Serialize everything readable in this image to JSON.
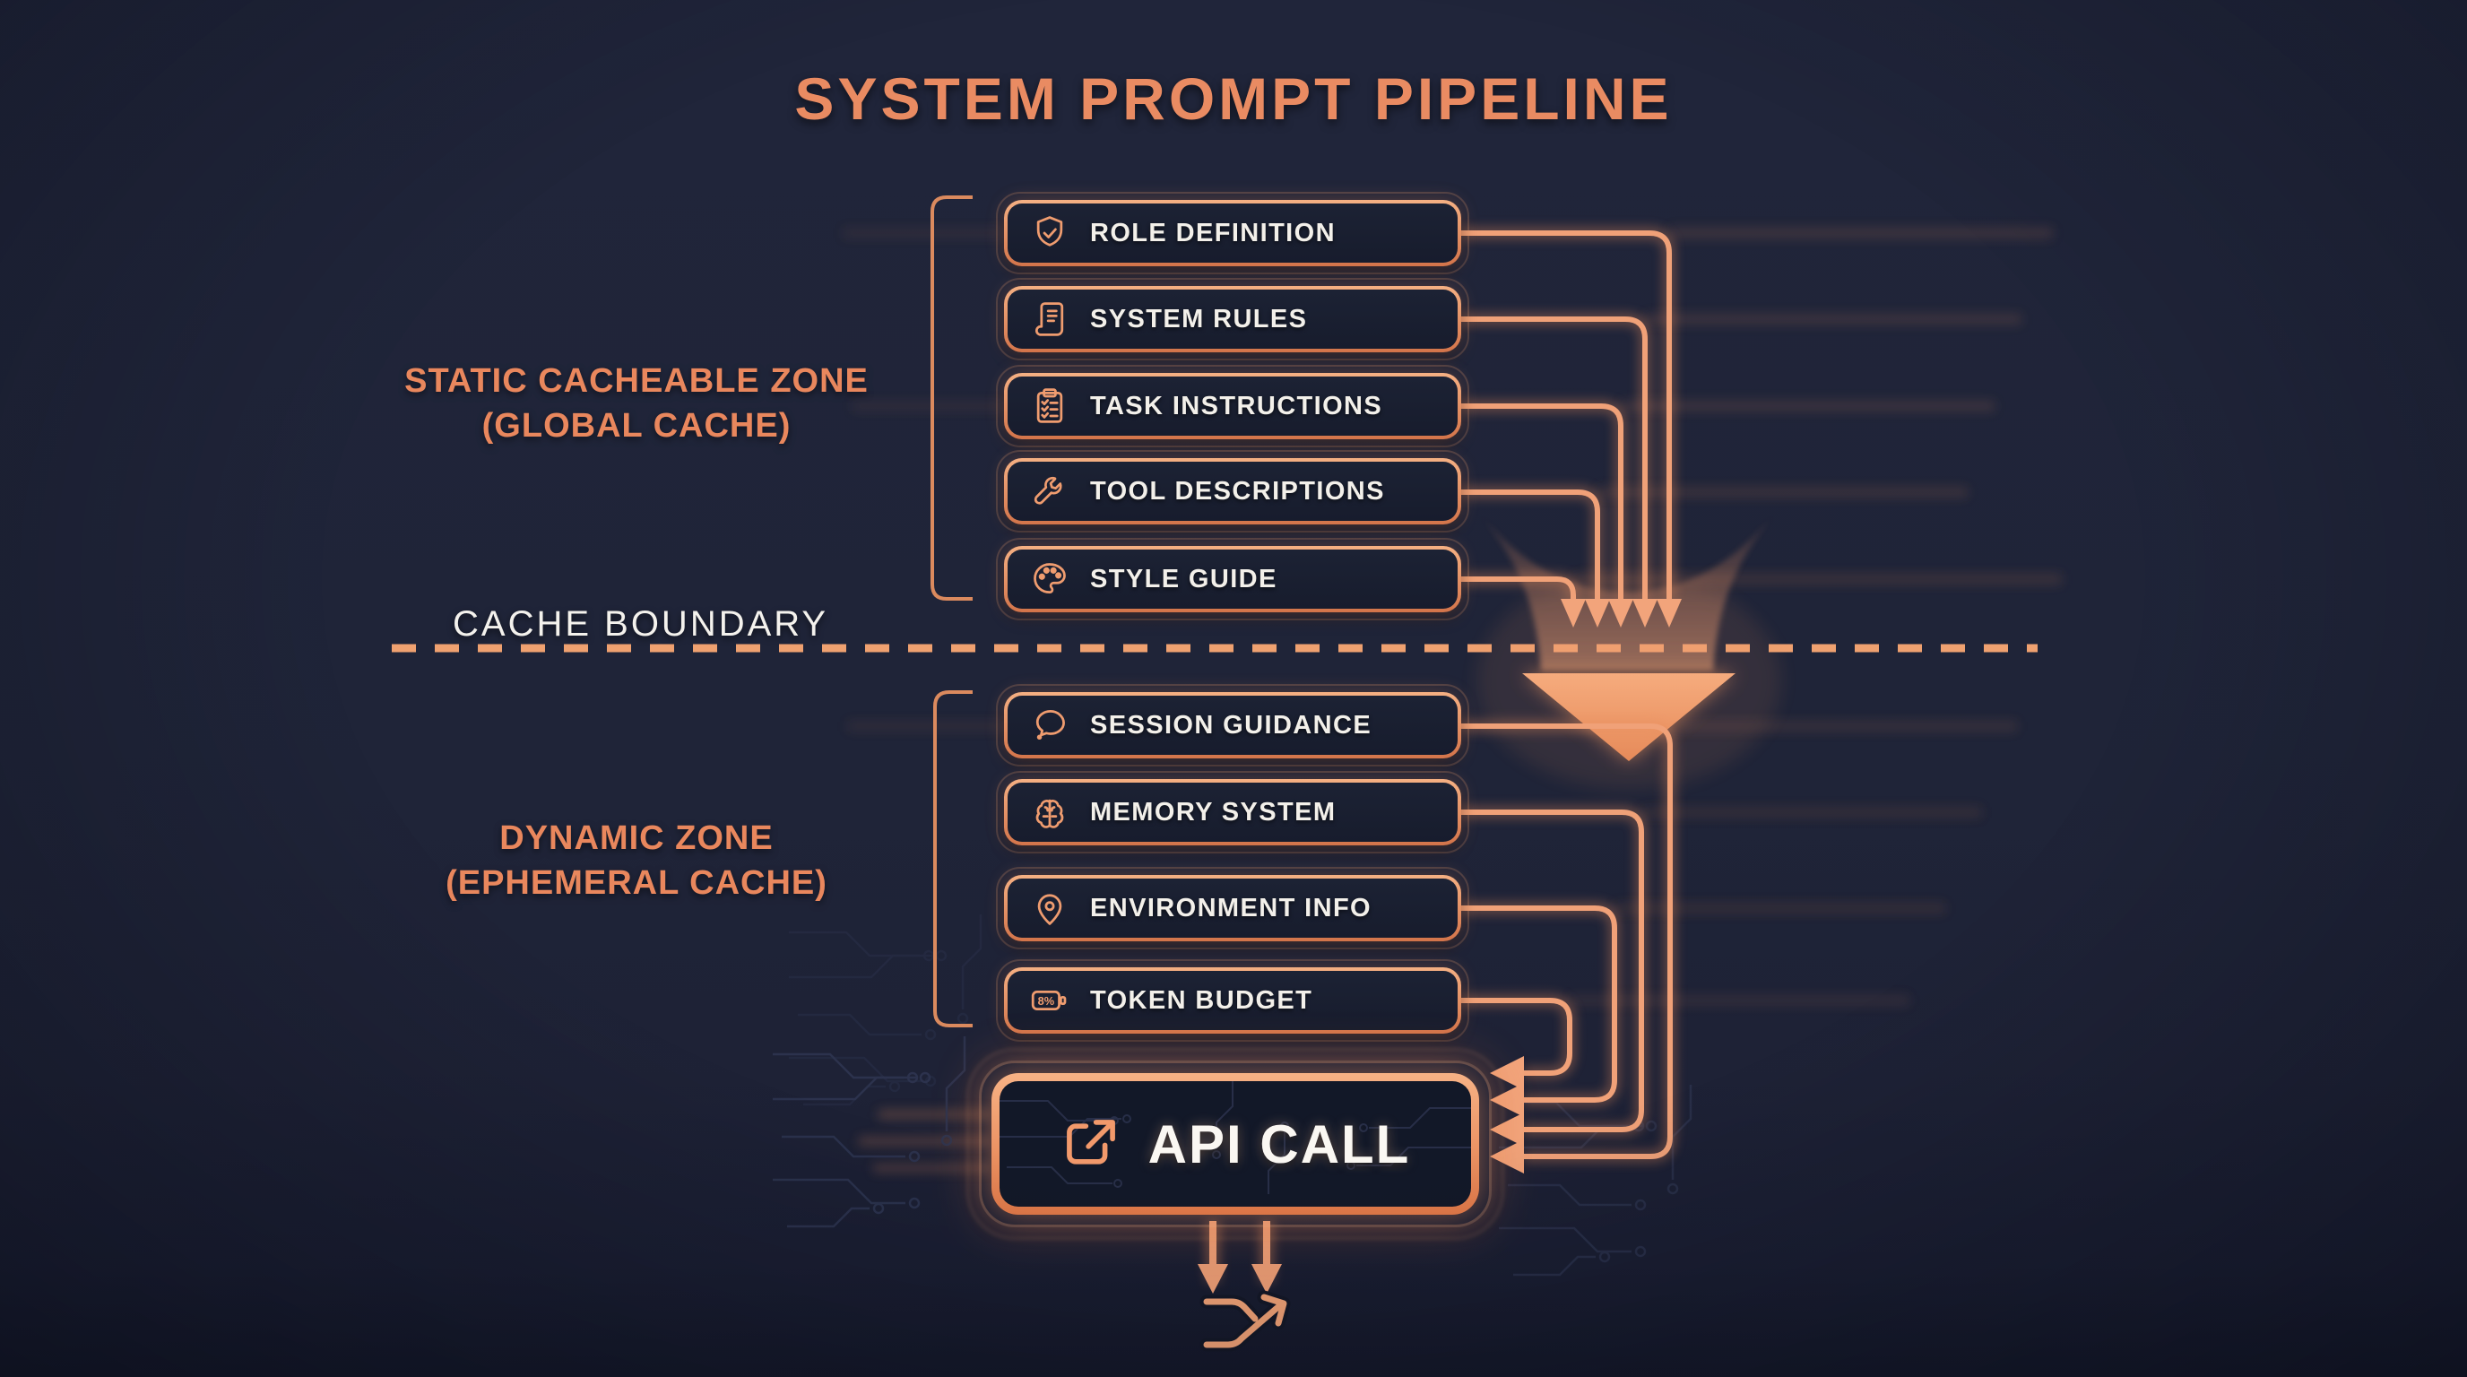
{
  "title": "SYSTEM PROMPT PIPELINE",
  "zones": {
    "static_zone": {
      "label_line1": "STATIC CACHEABLE ZONE",
      "label_line2": "(GLOBAL CACHE)",
      "items": [
        {
          "label": "ROLE DEFINITION",
          "icon": "shield-check-icon"
        },
        {
          "label": "SYSTEM RULES",
          "icon": "scroll-icon"
        },
        {
          "label": "TASK INSTRUCTIONS",
          "icon": "clipboard-checklist-icon"
        },
        {
          "label": "TOOL DESCRIPTIONS",
          "icon": "wrench-icon"
        },
        {
          "label": "STYLE GUIDE",
          "icon": "palette-icon"
        }
      ]
    },
    "cache_boundary": {
      "label": "CACHE BOUNDARY"
    },
    "dynamic_zone": {
      "label_line1": "DYNAMIC ZONE",
      "label_line2": "(EPHEMERAL CACHE)",
      "items": [
        {
          "label": "SESSION GUIDANCE",
          "icon": "speech-bubble-icon"
        },
        {
          "label": "MEMORY SYSTEM",
          "icon": "brain-icon"
        },
        {
          "label": "ENVIRONMENT INFO",
          "icon": "map-pin-icon"
        },
        {
          "label": "TOKEN BUDGET",
          "icon": "battery-icon",
          "icon_text": "8%"
        }
      ]
    }
  },
  "api_call": {
    "label": "API CALL",
    "icon": "external-link-icon"
  },
  "output_flow": {
    "icon": "shuffle-arrows-icon"
  },
  "colors": {
    "accent": "#E98B62",
    "line": "#F0A178",
    "background": "#1F2438",
    "box_fill": "#1A2031",
    "box_text": "#F3F0EA",
    "boundary_text": "#F4F2ED"
  }
}
